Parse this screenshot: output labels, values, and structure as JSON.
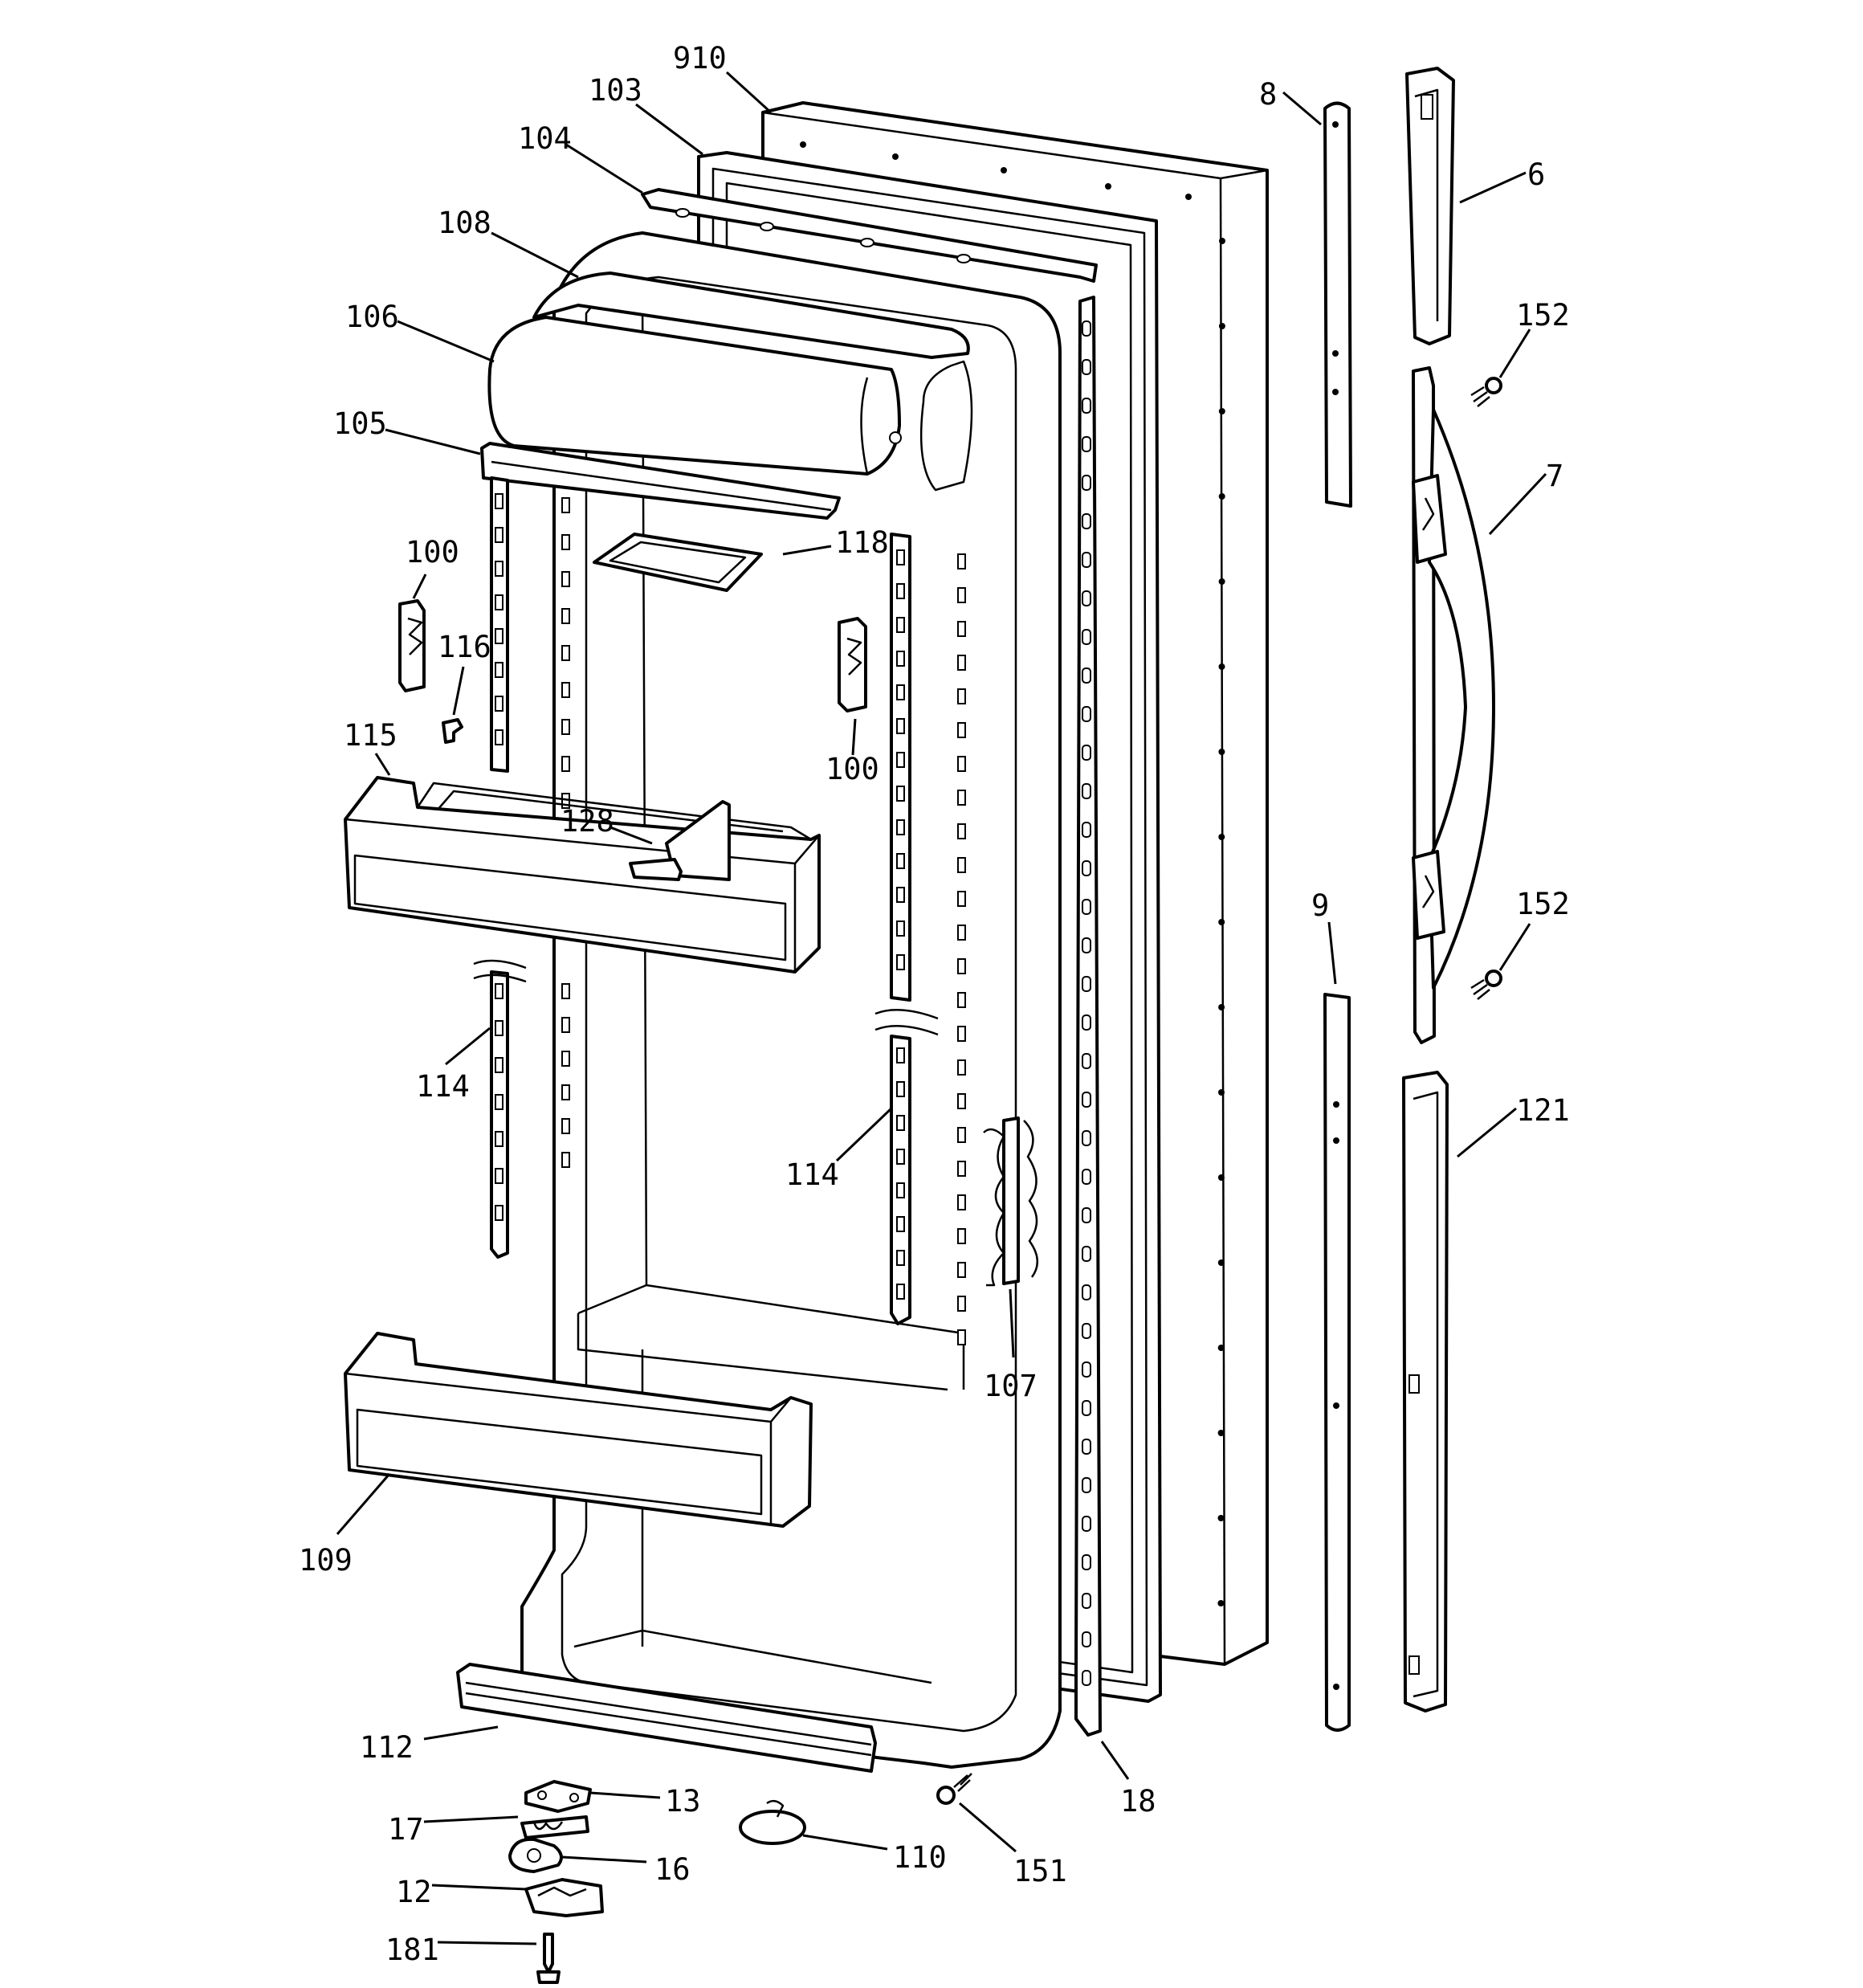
{
  "labels": [
    {
      "id": "910",
      "text": "910"
    },
    {
      "id": "103",
      "text": "103"
    },
    {
      "id": "104",
      "text": "104"
    },
    {
      "id": "108",
      "text": "108"
    },
    {
      "id": "106",
      "text": "106"
    },
    {
      "id": "105",
      "text": "105"
    },
    {
      "id": "118",
      "text": "118"
    },
    {
      "id": "100a",
      "text": "100"
    },
    {
      "id": "116",
      "text": "116"
    },
    {
      "id": "100b",
      "text": "100"
    },
    {
      "id": "115",
      "text": "115"
    },
    {
      "id": "128",
      "text": "128"
    },
    {
      "id": "114a",
      "text": "114"
    },
    {
      "id": "114b",
      "text": "114"
    },
    {
      "id": "107",
      "text": "107"
    },
    {
      "id": "109",
      "text": "109"
    },
    {
      "id": "112",
      "text": "112"
    },
    {
      "id": "13",
      "text": "13"
    },
    {
      "id": "17",
      "text": "17"
    },
    {
      "id": "16",
      "text": "16"
    },
    {
      "id": "12",
      "text": "12"
    },
    {
      "id": "181",
      "text": "181"
    },
    {
      "id": "110",
      "text": "110"
    },
    {
      "id": "151",
      "text": "151"
    },
    {
      "id": "18",
      "text": "18"
    },
    {
      "id": "8",
      "text": "8"
    },
    {
      "id": "6",
      "text": "6"
    },
    {
      "id": "152a",
      "text": "152"
    },
    {
      "id": "7",
      "text": "7"
    },
    {
      "id": "152b",
      "text": "152"
    },
    {
      "id": "9",
      "text": "9"
    },
    {
      "id": "121",
      "text": "121"
    }
  ]
}
